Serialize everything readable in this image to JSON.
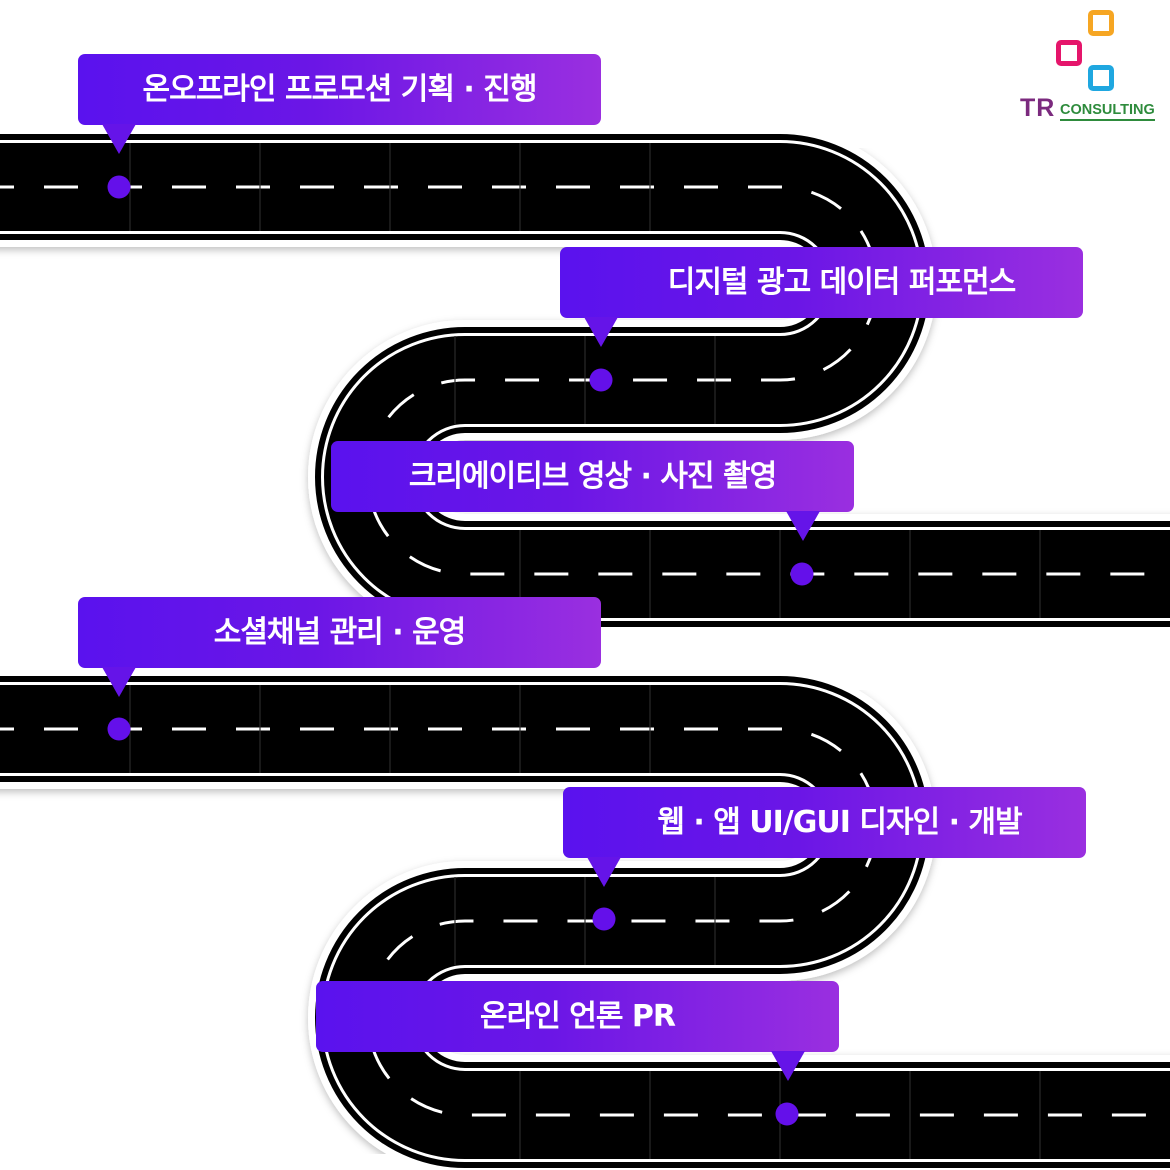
{
  "brand": {
    "name": "TR",
    "sub": "CONSULTING"
  },
  "steps": [
    {
      "label": "온오프라인 프로모션 기획 · 진행"
    },
    {
      "label": "디지털 광고 데이터 퍼포먼스"
    },
    {
      "label": "크리에이티브 영상 · 사진 촬영"
    },
    {
      "label": "소셜채널 관리 · 운영"
    },
    {
      "label": "웹 · 앱 UI/GUI 디자인 · 개발"
    },
    {
      "label": "온라인 언론 PR"
    }
  ],
  "colors": {
    "road": "#000000",
    "lane_marking": "#ffffff",
    "callout_start": "#5a12ee",
    "callout_end": "#9a2fe0",
    "marker": "#6410ea",
    "logo_orange": "#f6a623",
    "logo_pink": "#e5156b",
    "logo_cyan": "#1fa7e0"
  }
}
